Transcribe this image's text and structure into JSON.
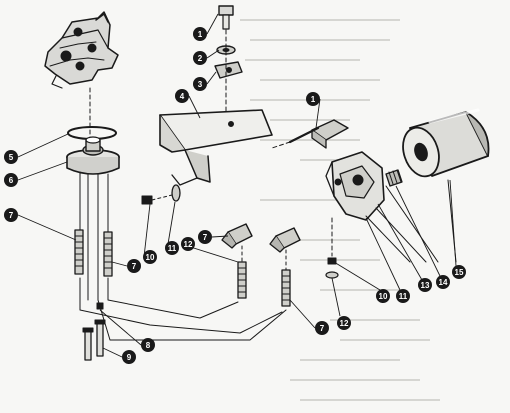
{
  "callouts": [
    {
      "label": "1"
    },
    {
      "label": "2"
    },
    {
      "label": "3"
    },
    {
      "label": "4"
    },
    {
      "label": "1"
    },
    {
      "label": "5"
    },
    {
      "label": "6"
    },
    {
      "label": "7"
    },
    {
      "label": "7"
    },
    {
      "label": "10"
    },
    {
      "label": "11"
    },
    {
      "label": "7"
    },
    {
      "label": "12"
    },
    {
      "label": "7"
    },
    {
      "label": "12"
    },
    {
      "label": "8"
    },
    {
      "label": "9"
    },
    {
      "label": "10"
    },
    {
      "label": "11"
    },
    {
      "label": "13"
    },
    {
      "label": "14"
    },
    {
      "label": "15"
    }
  ],
  "colors": {
    "ink": "#1a1a1a",
    "paper": "#f7f7f5",
    "bleed_text": "#c9c9c6",
    "callout_fill": "#1a1a1a"
  }
}
